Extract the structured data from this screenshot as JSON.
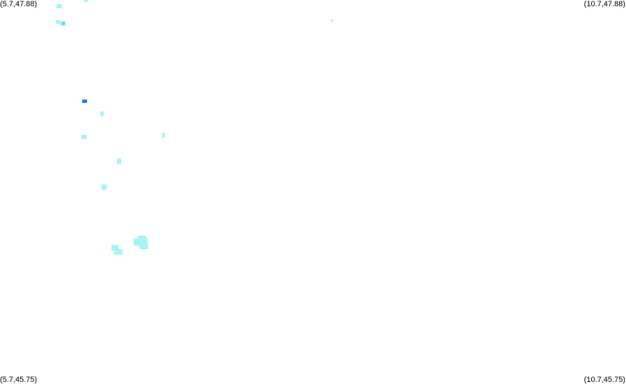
{
  "corner_labels": {
    "top_left": "(5.7,47.88)",
    "top_right": "(10.7,47.88)",
    "bottom_left": "(5.7,45.75)",
    "bottom_right": "(10.7,45.75)"
  },
  "colors": {
    "background": "#ffffff",
    "light_patch": "#a8f4f8",
    "medium_patch": "#6ad8f0",
    "dark_patch": "#2f7fd0"
  }
}
